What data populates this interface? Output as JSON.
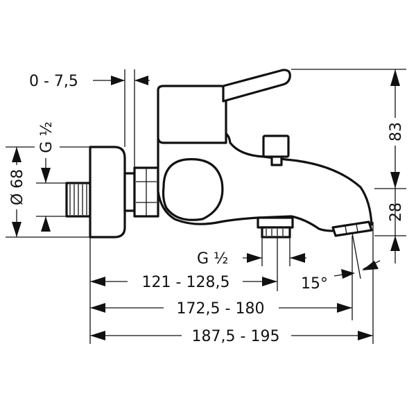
{
  "dimensions": {
    "gap_offset": "0 - 7,5",
    "thread_inlet": "G ½",
    "diameter_inlet": "Ø 68",
    "height_top": "83",
    "height_spout": "28",
    "thread_outlet": "G ½",
    "angle": "15°",
    "length_outlet": "121 - 128,5",
    "length_spout_tip": "172,5 - 180",
    "length_total": "187,5 - 195"
  }
}
